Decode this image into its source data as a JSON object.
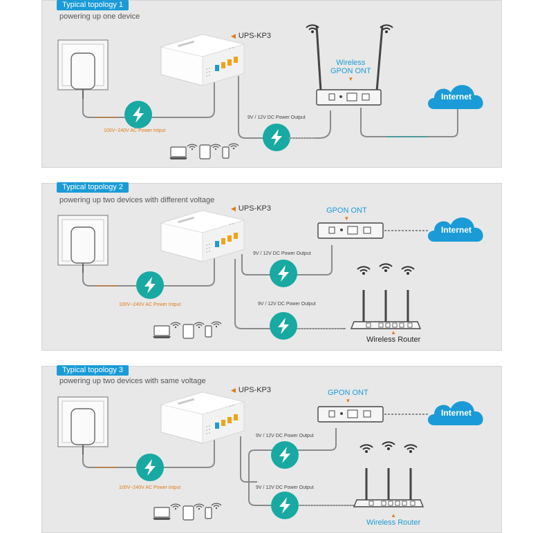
{
  "topologies": [
    {
      "badge": "Typical topology 1",
      "subtitle": "powering up one device",
      "product": "UPS-KP3",
      "ac_label": "100V~240V AC Power Intput",
      "dc_label": "9V / 12V DC Power Output",
      "device": [
        "Wireless",
        "GPON ONT"
      ],
      "cloud": "Internet"
    },
    {
      "badge": "Typical topology 2",
      "subtitle": "powering up two devices with different voltage",
      "product": "UPS-KP3",
      "ac_label": "100V~240V AC Power Intput",
      "dc_label_1": "9V / 12V DC Power Output",
      "dc_label_2": "9V / 12V DC Power Output",
      "device_1": "GPON ONT",
      "device_2": "Wireless Router",
      "cloud": "Internet"
    },
    {
      "badge": "Typical topology 3",
      "subtitle": "powering up two devices with same voltage",
      "product": "UPS-KP3",
      "ac_label": "100V~240V AC Power Intput",
      "dc_label_1": "9V / 12V DC Power Output",
      "dc_label_2": "9V / 12V DC Power Output",
      "device_1": "GPON ONT",
      "device_2": "Wireless Router",
      "cloud": "Internet"
    }
  ],
  "colors": {
    "accent": "#1a9bd7",
    "bolt": "#17a9a2",
    "orange": "#e07b16",
    "panel": "#e8e8e8"
  },
  "icons": [
    "wall-socket-icon",
    "power-adapter-icon",
    "lightning-bolt-icon",
    "ups-device-icon",
    "wifi-icon",
    "cloud-icon",
    "laptop-icon",
    "tablet-icon",
    "phone-icon",
    "router-icon",
    "ont-icon"
  ]
}
